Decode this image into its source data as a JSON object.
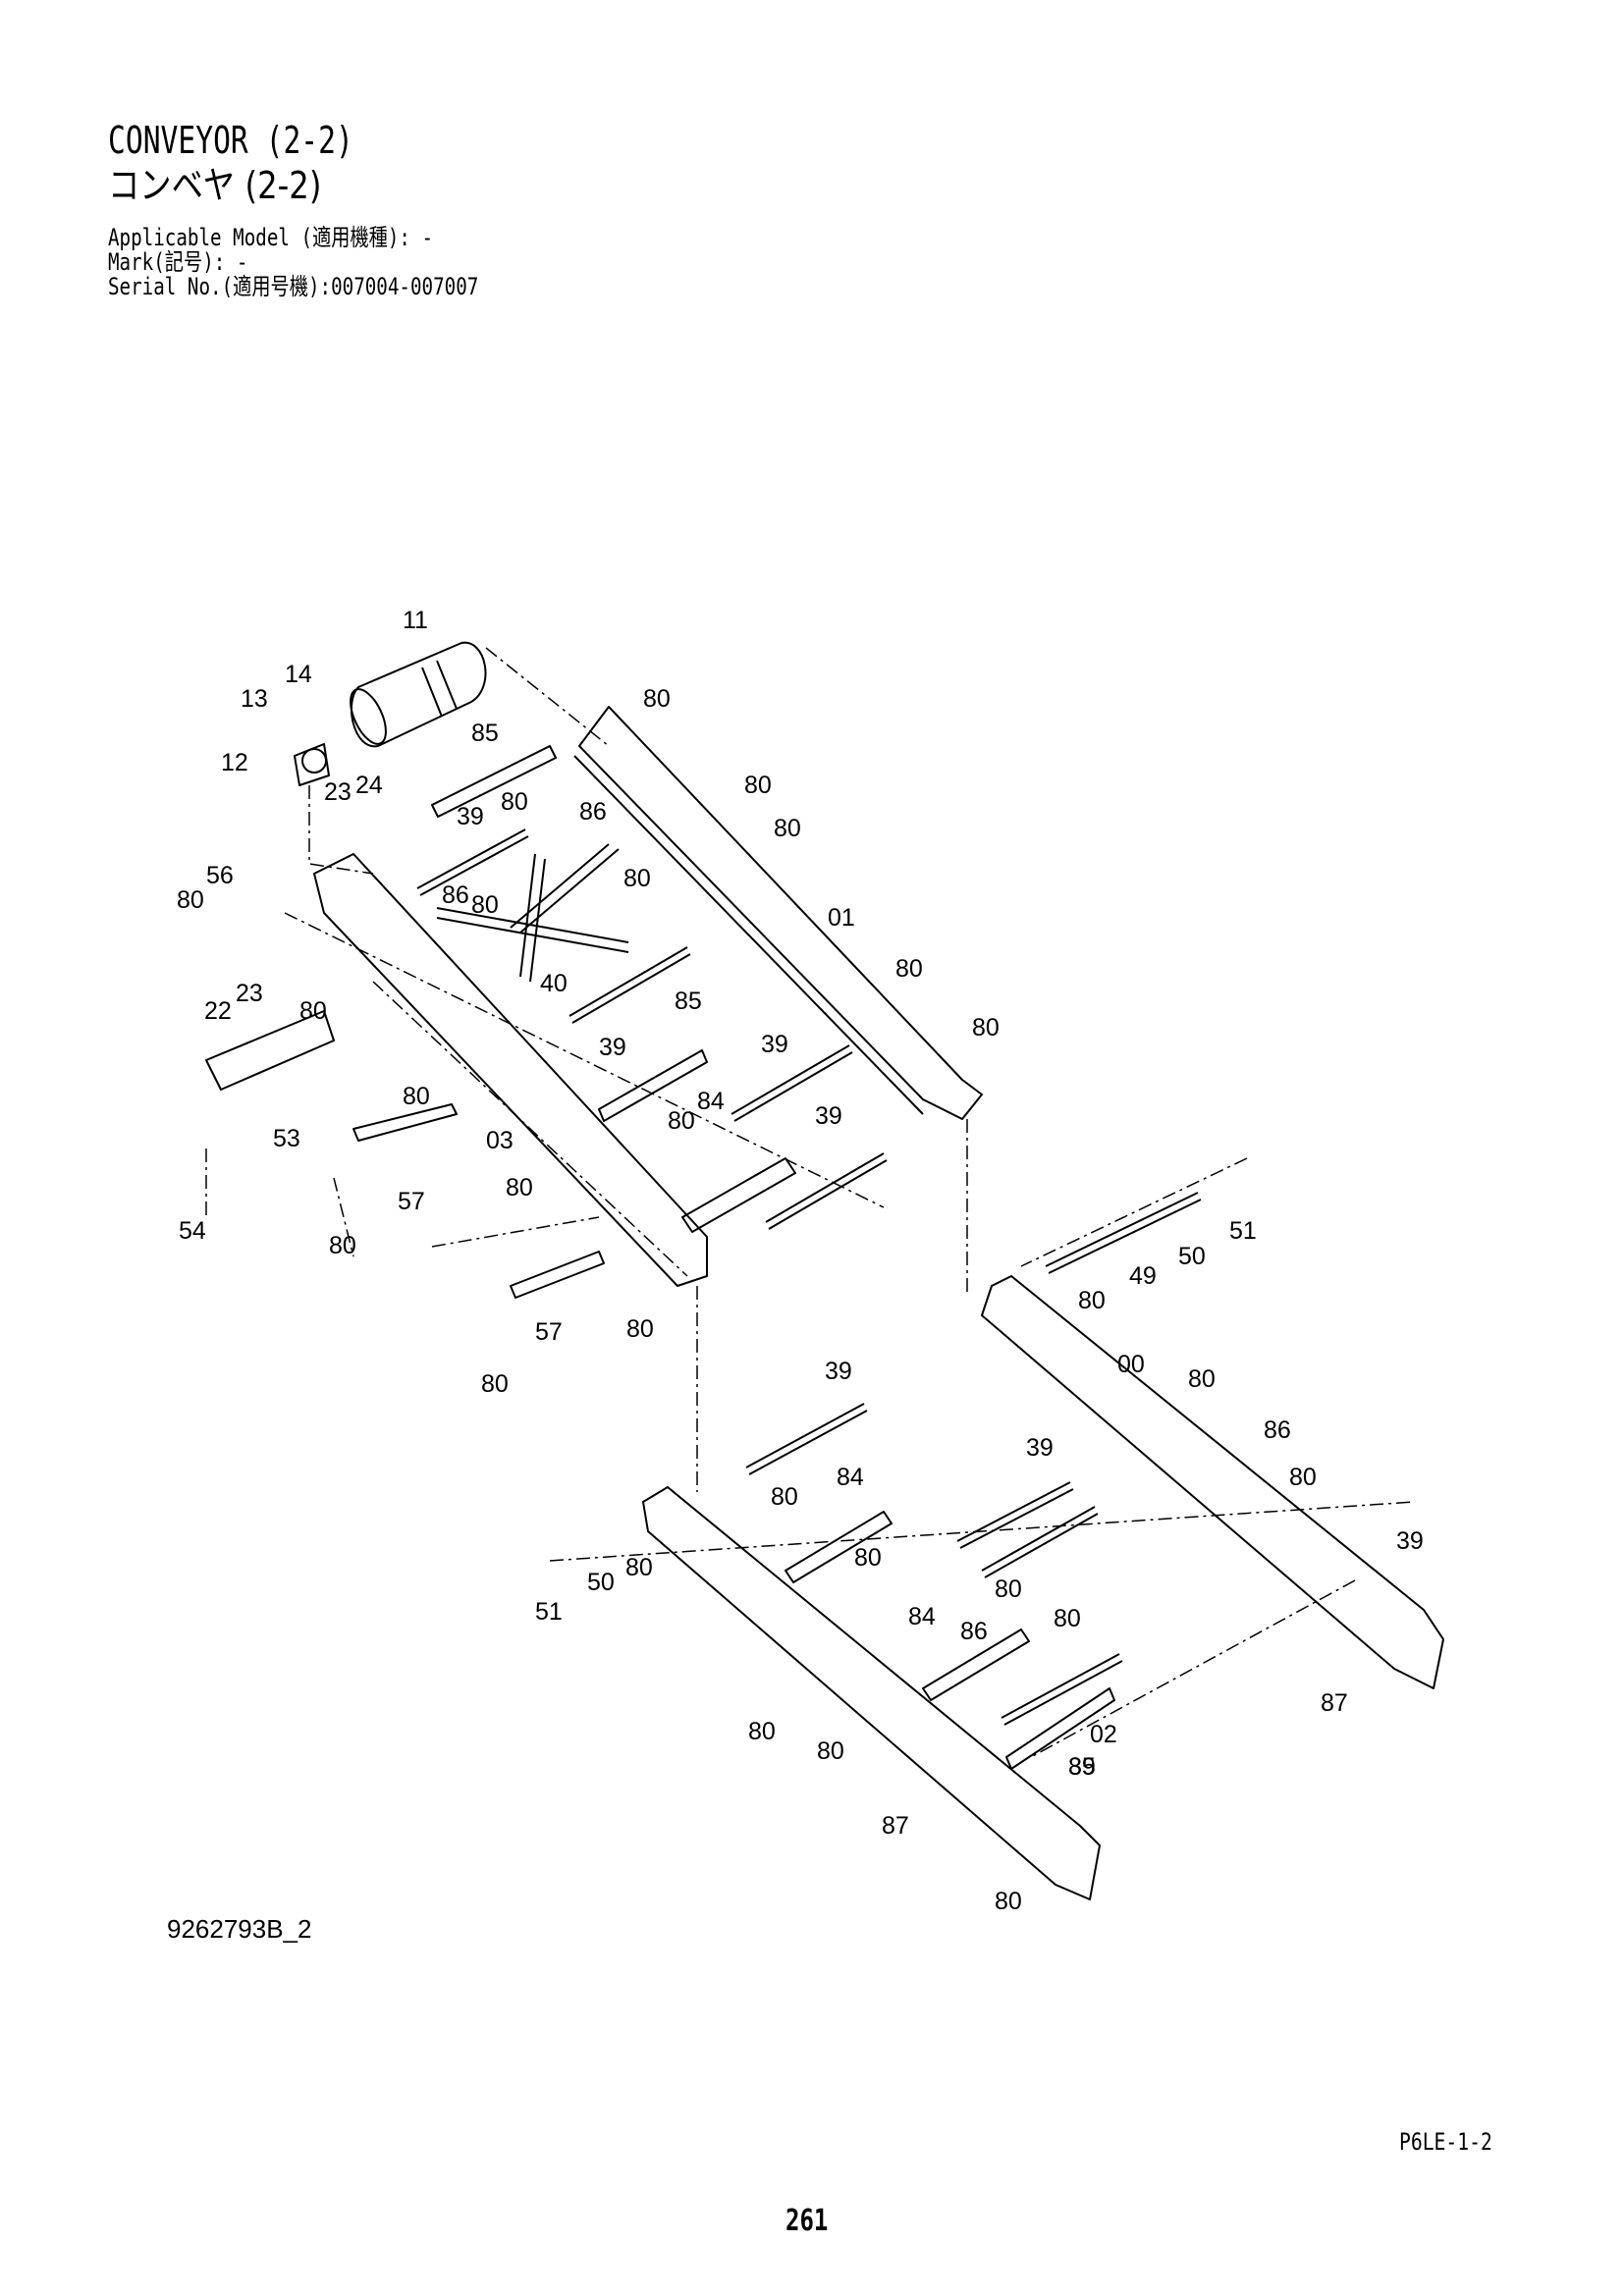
{
  "header": {
    "title_en": "CONVEYOR (2-2)",
    "title_jp": "コンベヤ (2-2)",
    "applicable_model": "Applicable Model (適用機種): -",
    "mark": "Mark(記号): -",
    "serial_no": "Serial No.(適用号機):007004-007007"
  },
  "diagram": {
    "callouts": [
      "11",
      "14",
      "13",
      "12",
      "23",
      "24",
      "85",
      "39",
      "80",
      "86",
      "56",
      "80",
      "23",
      "22",
      "80",
      "80",
      "80",
      "80",
      "80",
      "86",
      "80",
      "40",
      "01",
      "80",
      "39",
      "85",
      "80",
      "39",
      "80",
      "84",
      "39",
      "03",
      "80",
      "53",
      "57",
      "54",
      "80",
      "57",
      "80",
      "80",
      "80",
      "51",
      "50",
      "49",
      "80",
      "00",
      "80",
      "86",
      "39",
      "39",
      "80",
      "80",
      "84",
      "39",
      "80",
      "51",
      "50",
      "80",
      "80",
      "84",
      "86",
      "80",
      "39",
      "87",
      "80",
      "80",
      "02",
      "85",
      "87",
      "80",
      "80"
    ]
  },
  "footer": {
    "drawing_number": "9262793B_2",
    "sheet": "P6LE-1-2",
    "page": "261"
  },
  "colors": {
    "ink": "#000000",
    "paper": "#ffffff"
  }
}
